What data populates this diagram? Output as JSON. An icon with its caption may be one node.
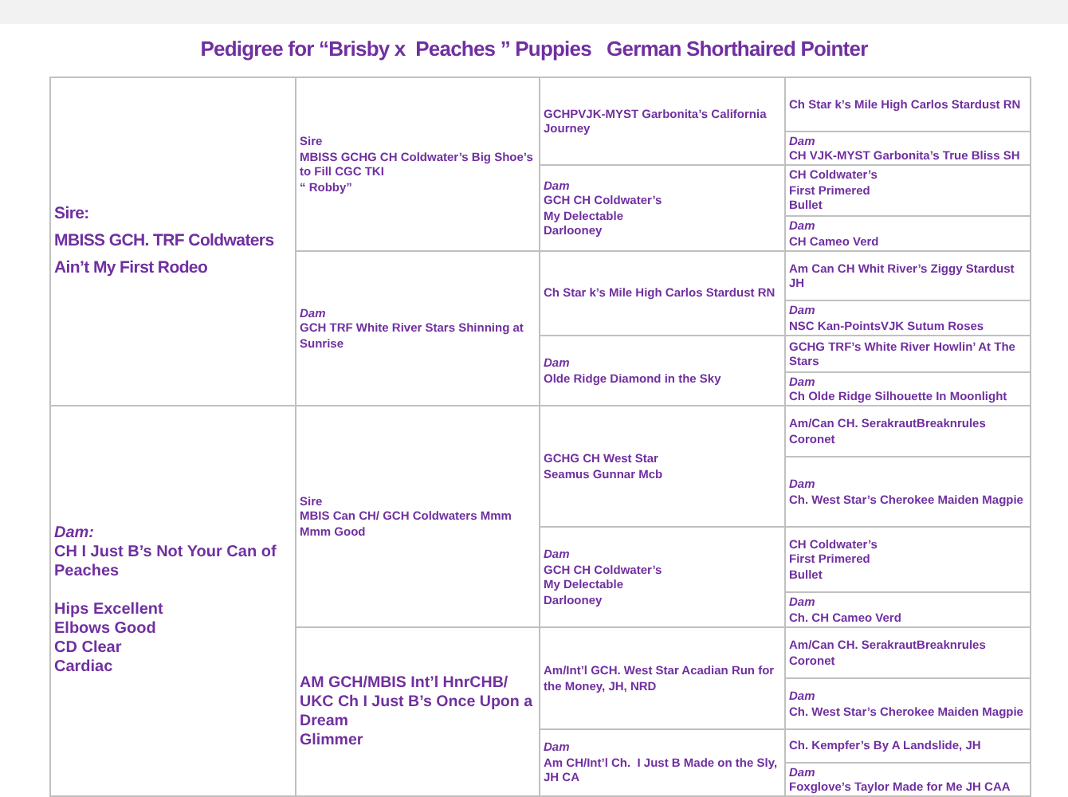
{
  "diagram": {
    "title": "Pedigree for “Brisby x  Peaches ” Puppies   German Shorthaired Pointer",
    "nodes": [
      {
        "text": [
          "Sire:",
          "MBISS GCH. TRF Coldwaters Ain’t My First Rodeo"
        ]
      },
      {
        "text": [
          "Sire",
          "MBISS GCHG CH Coldwater’s Big Shoe’s to Fill CGC TKI",
          "“ Robby”"
        ]
      },
      {
        "text": [
          "GCHPVJK-MYST Garbonita’s California Journey"
        ]
      },
      {
        "text": [
          "Ch Star k’s Mile High Carlos Stardust RN"
        ]
      },
      {
        "text": [
          "Dam",
          "CH VJK-MYST Garbonita’s True Bliss SH"
        ]
      },
      {
        "text": [
          "Dam",
          "GCH CH Coldwater’s",
          "My Delectable",
          "Darlooney"
        ]
      },
      {
        "text": [
          "CH Coldwater’s",
          "First Primered",
          "Bullet"
        ]
      },
      {
        "text": [
          "Dam",
          "CH Cameo Verd"
        ]
      },
      {
        "text": [
          "Dam",
          "GCH TRF White River Stars Shinning at Sunrise"
        ]
      },
      {
        "text": [
          "Ch Star k’s Mile High Carlos Stardust RN"
        ]
      },
      {
        "text": [
          "Am Can CH Whit River’s Ziggy Stardust JH"
        ]
      },
      {
        "text": [
          "Dam",
          "NSC Kan-PointsVJK Sutum Roses"
        ]
      },
      {
        "text": [
          "Dam",
          "Olde Ridge Diamond in the Sky"
        ]
      },
      {
        "text": [
          "GCHG TRF’s White River Howlin’ At The Stars"
        ]
      },
      {
        "text": [
          "Dam",
          "Ch Olde Ridge Silhouette In Moonlight"
        ]
      },
      {
        "text": [
          "Dam:",
          "CH I Just B’s Not Your Can of Peaches",
          "Hips Excellent",
          "Elbows Good",
          "CD Clear",
          "Cardiac"
        ]
      },
      {
        "text": [
          "Sire",
          "MBIS Can CH/ GCH Coldwaters Mmm Mmm Good"
        ]
      },
      {
        "text": [
          "GCHG CH West Star",
          "Seamus Gunnar Mcb"
        ]
      },
      {
        "text": [
          "Am/Can CH. SerakrautBreaknrules Coronet"
        ]
      },
      {
        "text": [
          "Dam",
          "Ch. West Star’s Cherokee Maiden Magpie"
        ]
      },
      {
        "text": [
          "Dam",
          "GCH CH Coldwater’s",
          "My Delectable",
          "Darlooney"
        ]
      },
      {
        "text": [
          "CH Coldwater’s",
          "First Primered",
          "Bullet"
        ]
      },
      {
        "text": [
          "Dam",
          "Ch. CH Cameo Verd"
        ]
      },
      {
        "text": [
          "AM GCH/MBIS Int’l HnrCHB/ UKC Ch I Just B’s Once Upon a Dream",
          "Glimmer"
        ]
      },
      {
        "text": [
          "Am/Int’l GCH. West Star Acadian Run for the Money, JH, NRD"
        ]
      },
      {
        "text": [
          "Am/Can CH. SerakrautBreaknrules Coronet"
        ]
      },
      {
        "text": [
          "Dam",
          "Ch. West Star’s Cherokee Maiden Magpie"
        ]
      },
      {
        "text": [
          "Dam",
          "Am CH/Int’l Ch.  I Just B Made on the Sly, JH CA"
        ]
      },
      {
        "text": [
          "Ch. Kempfer’s By A Landslide, JH"
        ]
      },
      {
        "text": [
          "Dam",
          "Foxglove’s Taylor Made for Me JH CAA"
        ]
      }
    ]
  }
}
